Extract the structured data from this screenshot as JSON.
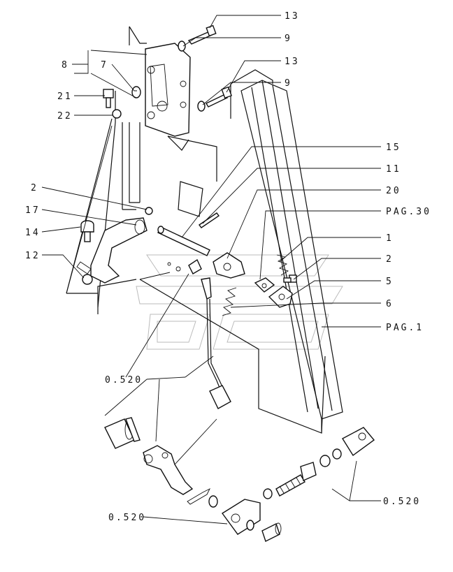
{
  "callouts": [
    {
      "id": "c13a",
      "text": "13"
    },
    {
      "id": "c9a",
      "text": "9"
    },
    {
      "id": "c13b",
      "text": "13"
    },
    {
      "id": "c9b",
      "text": "9"
    },
    {
      "id": "c15",
      "text": "15"
    },
    {
      "id": "c11",
      "text": "11"
    },
    {
      "id": "c20",
      "text": "20"
    },
    {
      "id": "cpag30",
      "text": "PAG.30"
    },
    {
      "id": "c1",
      "text": "1"
    },
    {
      "id": "c2r",
      "text": "2"
    },
    {
      "id": "c5",
      "text": "5"
    },
    {
      "id": "c6",
      "text": "6"
    },
    {
      "id": "cpag1",
      "text": "PAG.1"
    },
    {
      "id": "c8",
      "text": "8"
    },
    {
      "id": "c7",
      "text": "7"
    },
    {
      "id": "c21",
      "text": "21"
    },
    {
      "id": "c22",
      "text": "22"
    },
    {
      "id": "c2l",
      "text": "2"
    },
    {
      "id": "c17",
      "text": "17"
    },
    {
      "id": "c14",
      "text": "14"
    },
    {
      "id": "c12",
      "text": "12"
    },
    {
      "id": "c0520a",
      "text": "0.520"
    },
    {
      "id": "c0520b",
      "text": "0.520"
    },
    {
      "id": "c0520c",
      "text": "0.520"
    }
  ]
}
